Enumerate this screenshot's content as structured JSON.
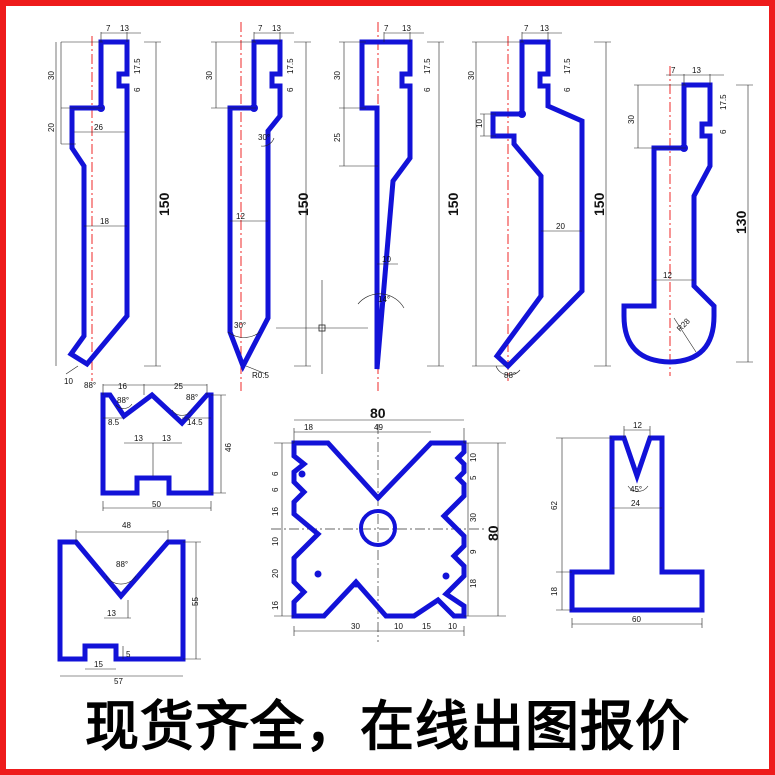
{
  "colors": {
    "border": "#ee1b1b",
    "profile": "#1212d8",
    "centerline": "#e11111"
  },
  "tools": {
    "t1": {
      "top_w": "7",
      "top_w2": "13",
      "h30": "30",
      "h17": "17.5",
      "h6": "6",
      "h20": "20",
      "w26": "26",
      "w18": "18",
      "total": "150",
      "tip": "10",
      "angle": "88°"
    },
    "t2": {
      "top_w": "7",
      "top_w2": "13",
      "h30": "30",
      "h17": "17.5",
      "h6": "6",
      "angle_mid": "30°",
      "w12": "12",
      "total": "150",
      "angle_tip": "30°",
      "radius": "R0.5"
    },
    "t3": {
      "top_w": "7",
      "top_w2": "13",
      "h30": "30",
      "h17": "17.5",
      "h6": "6",
      "h25": "25",
      "w10": "10",
      "angle": "14°",
      "total": "150"
    },
    "t4": {
      "top_w": "7",
      "top_w2": "13",
      "h30": "30",
      "h17": "17.5",
      "h6": "6",
      "h10": "10",
      "w20": "20",
      "total": "150",
      "angle": "88°"
    },
    "t5": {
      "top_w": "7",
      "top_w2": "13",
      "h30": "30",
      "h17": "17.5",
      "h6": "6",
      "w12": "12",
      "total": "130",
      "radius": "R28"
    }
  },
  "dies": {
    "d1": {
      "w16": "16",
      "w25": "25",
      "a1": "88°",
      "a2": "88°",
      "w8": "8.5",
      "w14": "14.5",
      "w13a": "13",
      "w13b": "13",
      "h46": "46",
      "w50": "50"
    },
    "d2": {
      "w80": "80",
      "w18": "18",
      "w49": "49",
      "h80": "80",
      "l1": "6",
      "l2": "6",
      "l3": "16",
      "l4": "10",
      "l5": "20",
      "l6": "16",
      "r1": "10",
      "r2": "5",
      "r3": "30",
      "r4": "9",
      "r5": "18",
      "b1": "30",
      "b2": "10",
      "b3": "15",
      "b4": "10"
    },
    "d3": {
      "w12": "12",
      "angle": "45°",
      "w24": "24",
      "h62": "62",
      "h18": "18",
      "w60": "60"
    },
    "d4": {
      "w48": "48",
      "angle": "88°",
      "w13": "13",
      "h55": "55",
      "h5": "5",
      "w15": "15",
      "w57": "57"
    }
  },
  "banner": {
    "text": "现货齐全，在线出图报价"
  }
}
